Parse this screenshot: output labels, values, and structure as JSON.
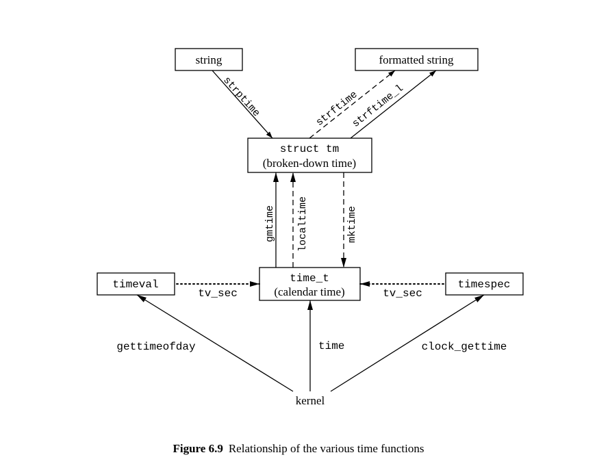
{
  "nodes": {
    "string": "string",
    "formatted_string": "formatted string",
    "struct_tm_line1": "struct tm",
    "struct_tm_line2": "(broken-down time)",
    "time_t_line1": "time_t",
    "time_t_line2": "(calendar time)",
    "timeval": "timeval",
    "timespec": "timespec",
    "kernel": "kernel"
  },
  "edges": {
    "strptime": "strptime",
    "strftime": "strftime",
    "strftime_l": "strftime_l",
    "gmtime": "gmtime",
    "localtime": "localtime",
    "mktime": "mktime",
    "tv_sec_left": "tv_sec",
    "tv_sec_right": "tv_sec",
    "gettimeofday": "gettimeofday",
    "time": "time",
    "clock_gettime": "clock_gettime"
  },
  "caption": {
    "figure_number": "Figure 6.9",
    "text": "Relationship of the various time functions"
  }
}
